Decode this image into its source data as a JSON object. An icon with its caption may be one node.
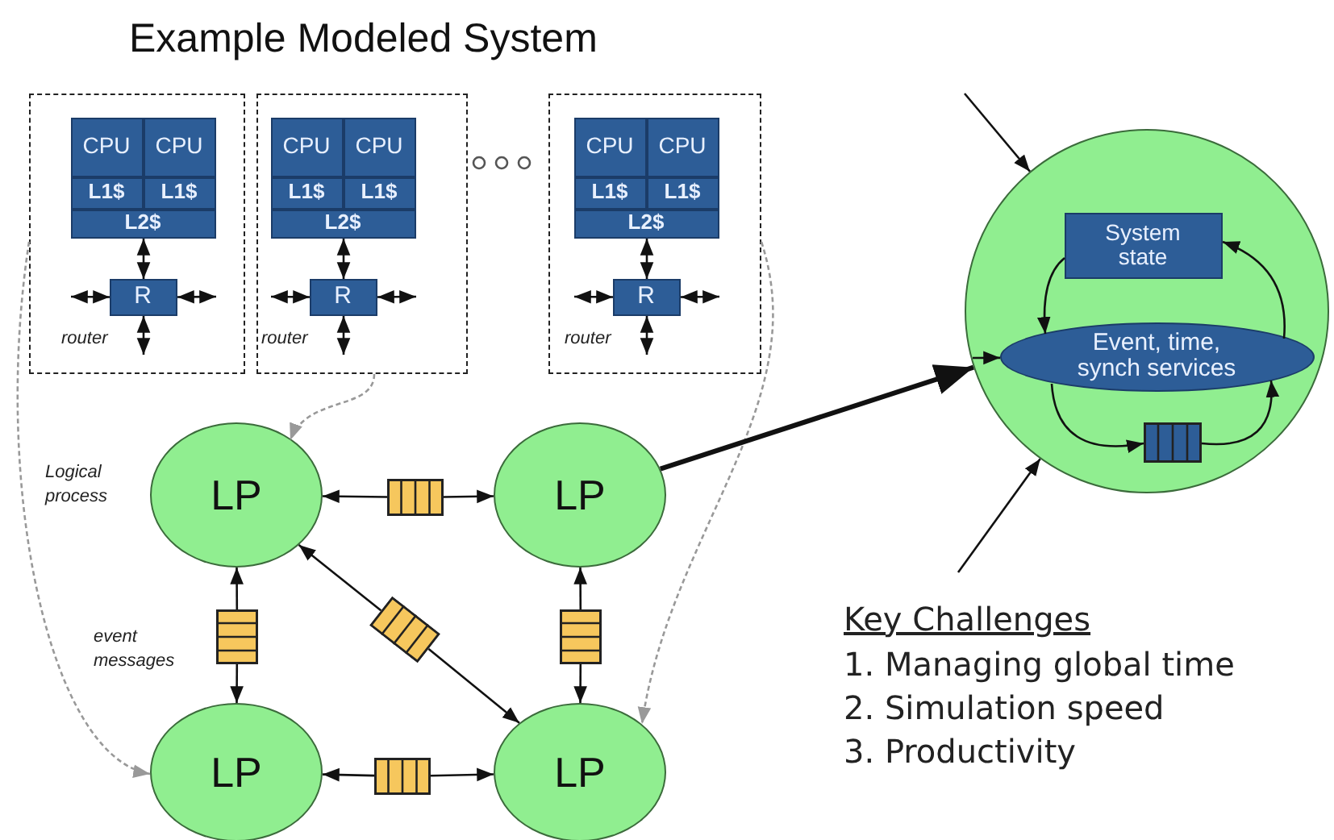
{
  "diagram": {
    "title": "Example Modeled System",
    "nodes": [
      {
        "text": [],
        "shape": "box"
      },
      {
        "text": [
          "CPU"
        ],
        "in": 0
      },
      {
        "text": [
          "CPU"
        ],
        "in": 0
      },
      {
        "text": [
          "L1$"
        ],
        "in": 0
      },
      {
        "text": [
          "L1$"
        ],
        "in": 0
      },
      {
        "text": [
          "L2$"
        ],
        "in": 0
      },
      {
        "text": [
          "R"
        ],
        "in": 0,
        "beside": [
          "router"
        ]
      },
      {
        "text": [],
        "shape": "box"
      },
      {
        "text": [
          "CPU"
        ],
        "in": 7
      },
      {
        "text": [
          "CPU"
        ],
        "in": 7
      },
      {
        "text": [
          "L1$"
        ],
        "in": 7
      },
      {
        "text": [
          "L1$"
        ],
        "in": 7
      },
      {
        "text": [
          "L2$"
        ],
        "in": 7
      },
      {
        "text": [
          "R"
        ],
        "in": 7,
        "beside": [
          "router"
        ]
      },
      {
        "text": [],
        "shape": "box"
      },
      {
        "text": [
          "CPU"
        ],
        "in": 14
      },
      {
        "text": [
          "CPU"
        ],
        "in": 14
      },
      {
        "text": [
          "L1$"
        ],
        "in": 14
      },
      {
        "text": [
          "L1$"
        ],
        "in": 14
      },
      {
        "text": [
          "L2$"
        ],
        "in": 14
      },
      {
        "text": [
          "R"
        ],
        "in": 14,
        "beside": [
          "router"
        ]
      },
      {
        "text": [
          "LP"
        ],
        "beside": [
          "Logical process"
        ]
      },
      {
        "text": [
          "LP"
        ]
      },
      {
        "text": [
          "LP"
        ]
      },
      {
        "text": [
          "LP"
        ]
      },
      {
        "text": [],
        "shape": "box"
      },
      {
        "text": [],
        "shape": "box",
        "beside": [
          "event messages"
        ]
      },
      {
        "text": [],
        "shape": "box"
      },
      {
        "text": [],
        "shape": "box"
      },
      {
        "text": [],
        "shape": "box"
      },
      {
        "text": [],
        "shape": "circle"
      },
      {
        "text": [
          "System state"
        ],
        "in": 30
      },
      {
        "text": [
          "Event, time, synch services"
        ],
        "in": 30
      },
      {
        "text": [],
        "shape": "box",
        "in": 30
      }
    ],
    "edges": [
      {
        "from": 5,
        "to": 6,
        "arrow": "both"
      },
      {
        "from": 6,
        "to": null,
        "arrow": "both"
      },
      {
        "from": 6,
        "to": null,
        "arrow": "both"
      },
      {
        "from": 6,
        "to": null,
        "arrow": "both"
      },
      {
        "from": 12,
        "to": 13,
        "arrow": "both"
      },
      {
        "from": 13,
        "to": null,
        "arrow": "both"
      },
      {
        "from": 13,
        "to": null,
        "arrow": "both"
      },
      {
        "from": 13,
        "to": null,
        "arrow": "both"
      },
      {
        "from": 19,
        "to": 20,
        "arrow": "both"
      },
      {
        "from": 20,
        "to": null,
        "arrow": "both"
      },
      {
        "from": 20,
        "to": null,
        "arrow": "both"
      },
      {
        "from": 20,
        "to": null,
        "arrow": "both"
      },
      {
        "from": 0,
        "to": 23,
        "arrow": "to",
        "style": "dashed",
        "color": "#999999"
      },
      {
        "from": 7,
        "to": 21,
        "arrow": "to",
        "style": "dashed",
        "color": "#999999"
      },
      {
        "from": 14,
        "to": 24,
        "arrow": "to",
        "style": "dashed",
        "color": "#999999"
      },
      {
        "from": 25,
        "to": 21,
        "arrow": "to"
      },
      {
        "from": 25,
        "to": 22,
        "arrow": "to"
      },
      {
        "from": 26,
        "to": 21,
        "arrow": "to"
      },
      {
        "from": 26,
        "to": 23,
        "arrow": "to"
      },
      {
        "from": 27,
        "to": 21,
        "arrow": "to"
      },
      {
        "from": 27,
        "to": 24,
        "arrow": "to"
      },
      {
        "from": 28,
        "to": 22,
        "arrow": "to"
      },
      {
        "from": 28,
        "to": 24,
        "arrow": "to"
      },
      {
        "from": 29,
        "to": 23,
        "arrow": "to"
      },
      {
        "from": 29,
        "to": 24,
        "arrow": "to"
      },
      {
        "from": 22,
        "to": 30,
        "arrow": "to",
        "style": "thick"
      },
      {
        "from": null,
        "to": 30,
        "arrow": "to"
      },
      {
        "from": null,
        "to": 30,
        "arrow": "to"
      },
      {
        "from": null,
        "to": 32,
        "arrow": "to"
      },
      {
        "from": 31,
        "to": 32,
        "arrow": "to"
      },
      {
        "from": 32,
        "to": 33,
        "arrow": "to"
      },
      {
        "from": 33,
        "to": 32,
        "arrow": "to"
      },
      {
        "from": 32,
        "to": 31,
        "arrow": "to"
      }
    ],
    "labels": [
      "Key Challenges",
      "1. Managing global time",
      "2. Simulation speed",
      "3. Productivity"
    ]
  }
}
